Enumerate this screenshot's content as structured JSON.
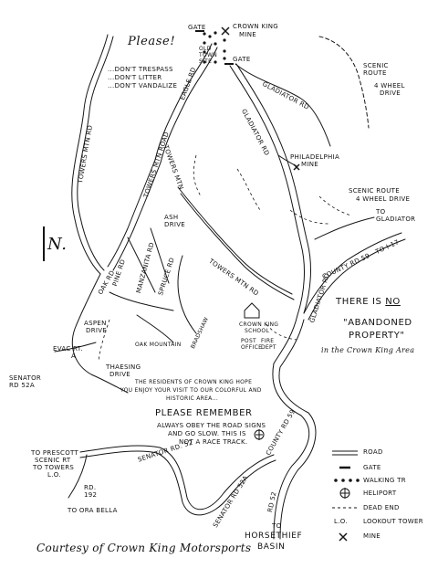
{
  "mine": [
    "CROWN KING",
    "MINE"
  ],
  "gate_top": "GATE",
  "gate_mid": "GATE",
  "townsite": [
    "OLD",
    "TOWN",
    "SITE"
  ],
  "please": {
    "title": "Please!",
    "items": [
      "...DON'T TRESPASS",
      "...DON'T LITTER",
      "...DON'T VANDALIZE"
    ]
  },
  "north": "N.",
  "scenic_top": [
    "SCENIC",
    "ROUTE",
    "4 WHEEL",
    "DRIVE"
  ],
  "scenic_mid": [
    "SCENIC ROUTE",
    "4 WHEEL DRIVE"
  ],
  "philadelphia": [
    "PHILADELPHIA",
    "MINE"
  ],
  "to_gladiator": [
    "TO",
    "GLADIATOR"
  ],
  "roads": {
    "towers_mtn": "TOWERS MTN RD",
    "eagle": "EAGLE RD",
    "towers_mtn_road": "TOWERS MTN ROAD",
    "towers_mtn2": "TOWERS MTN",
    "gladiator_top": "GLADIATOR RD",
    "gladiator_mid": "GLADIATOR RD",
    "gladiator_low": "GLADIATOR RD",
    "towers_mtn_low": "TOWERS MTN RD",
    "county59_top": "COUNTY RD 59 - TO I-17",
    "county59_low": "COUNTY RD 59",
    "senator52": "SENATOR RD. 52",
    "senator52a": "SENATOR RD 52A",
    "senator52a_left": [
      "SENATOR",
      "RD 52A"
    ],
    "rd52_right": "RD 52",
    "rd192": [
      "RD.",
      "192"
    ],
    "manzanita": "MANZANITA RD",
    "spruce": "SPRUCE RD",
    "pine": "PINE RD",
    "oak": "OAK RD",
    "ash": [
      "ASH",
      "DRIVE"
    ],
    "aspen": [
      "ASPEN",
      "DRIVE"
    ],
    "bradshaw": "BRADSHAW",
    "oak_mountain": "OAK MOUNTAIN",
    "thaesing": [
      "THAESING",
      "DRIVE"
    ],
    "crown_king_school": [
      "CROWN KING",
      "SCHOOL"
    ],
    "post_office": [
      "POST",
      "OFFICE"
    ],
    "fire_dept": [
      "FIRE",
      "DEPT"
    ]
  },
  "evac": [
    "EVAC RT.",
    "A"
  ],
  "no_abandoned": {
    "line1_pre": "THERE IS ",
    "line1_em": "NO",
    "line2": "\"ABANDONED",
    "line3": "PROPERTY\"",
    "line4": "in the Crown King Area"
  },
  "residents": [
    "THE RESIDENTS OF CROWN KING HOPE",
    "YOU ENJOY YOUR VISIT TO OUR COLORFUL AND",
    "HISTORIC AREA..."
  ],
  "remember": {
    "title": "PLEASE REMEMBER",
    "lines": [
      "ALWAYS OBEY THE ROAD SIGNS",
      "AND GO SLOW. THIS IS",
      "NOT A RACE TRACK."
    ]
  },
  "prescott": [
    "TO PRESCOTT",
    "SCENIC RT",
    "TO TOWERS",
    "L.O."
  ],
  "ora_bella": "TO ORA BELLA",
  "horsethief": [
    "TO",
    "HORSETHIEF",
    "BASIN"
  ],
  "legend": [
    {
      "symbol": "road",
      "label": "ROAD"
    },
    {
      "symbol": "gate",
      "label": "GATE"
    },
    {
      "symbol": "walking",
      "label": "WALKING TR"
    },
    {
      "symbol": "heliport",
      "label": "HELIPORT"
    },
    {
      "symbol": "dead-end",
      "label": "DEAD END"
    },
    {
      "symbol": "lookout",
      "label": "LOOKOUT TOWER",
      "code": "L.O."
    },
    {
      "symbol": "mine",
      "label": "MINE"
    }
  ],
  "courtesy": "Courtesy of Crown King Motorsports",
  "ink_color": "#151515"
}
